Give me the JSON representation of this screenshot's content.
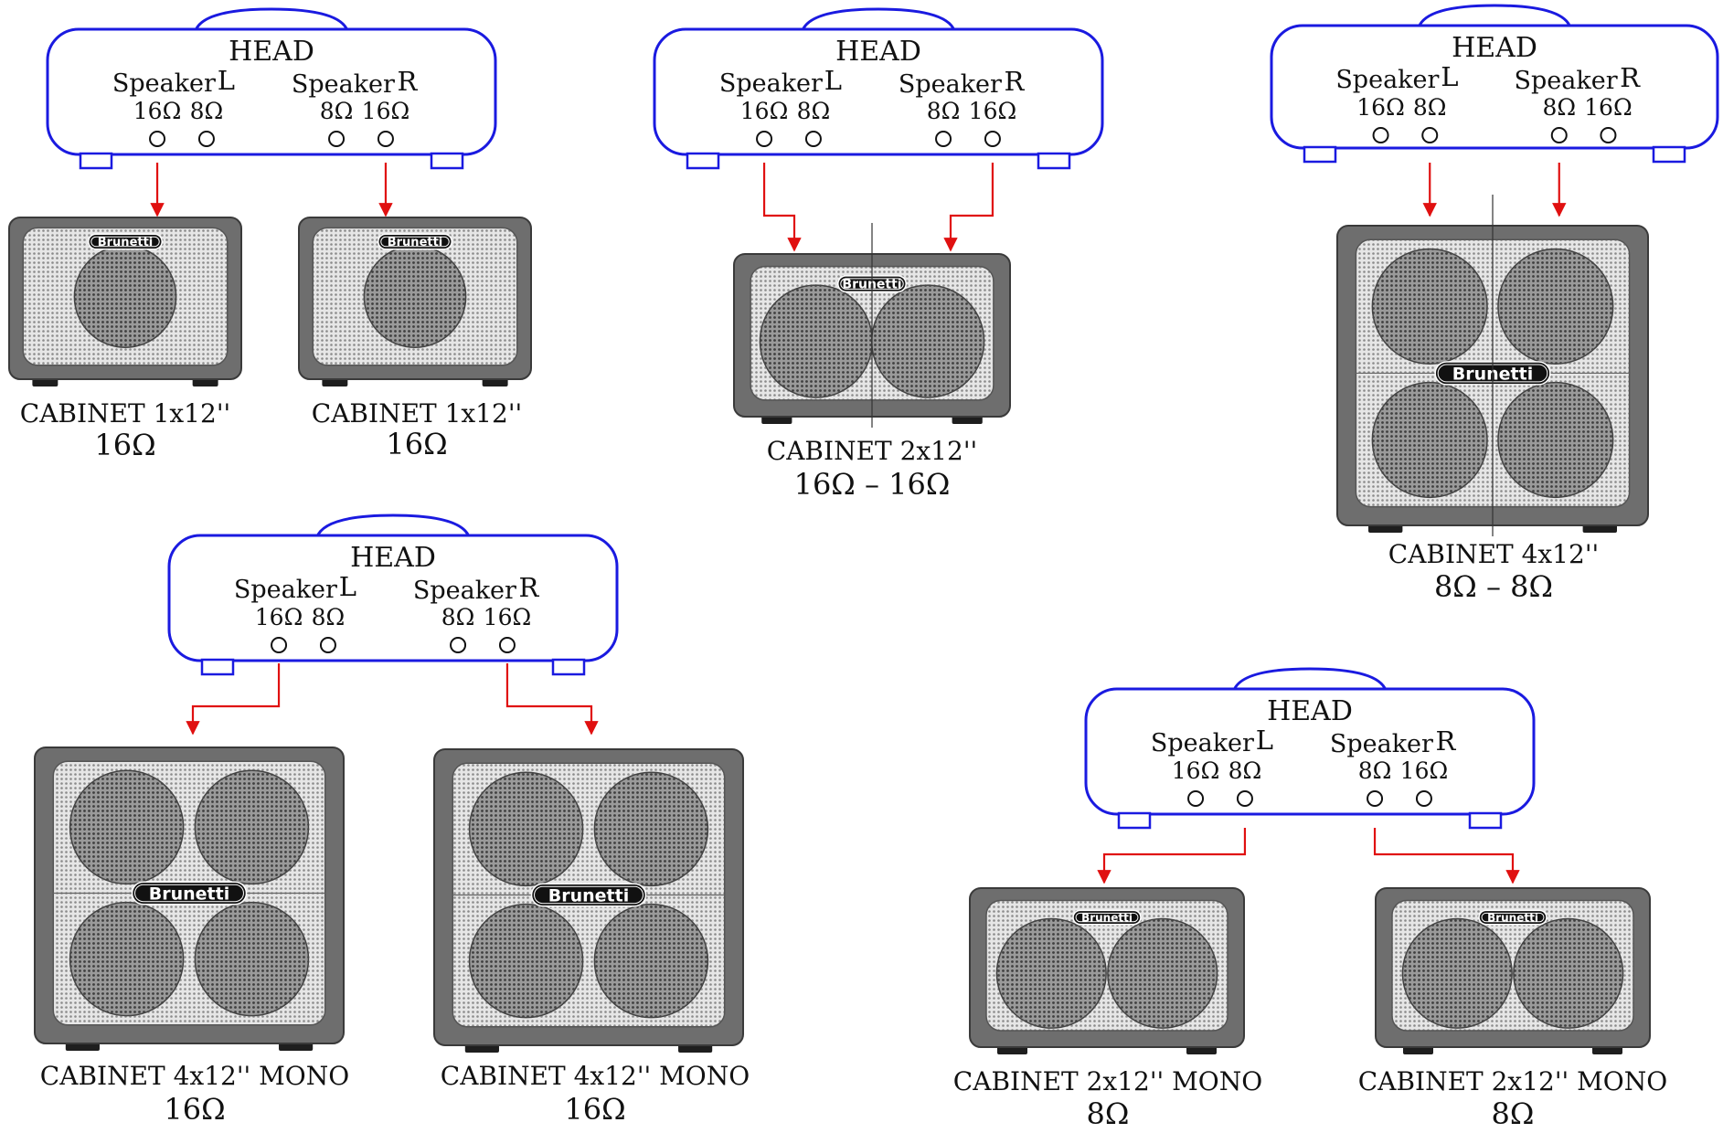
{
  "colors": {
    "head_stroke": "#1a1ae0",
    "cable": "#e01010",
    "cabinet_frame": "#6e6e6e",
    "grille": "#d6d6d6",
    "speaker": "#7a7a7a",
    "logo_bg": "#111111"
  },
  "diagrams": [
    {
      "head": {
        "title": "HEAD",
        "left_label": "Speaker",
        "left_letter": "L",
        "right_label": "Speaker",
        "right_letter": "R",
        "jacks": [
          "16Ω",
          "8Ω",
          "8Ω",
          "16Ω"
        ]
      },
      "cabinets": [
        {
          "label": "CABINET 1x12''",
          "ohm": "16Ω",
          "logo": "Brunetti"
        },
        {
          "label": "CABINET 1x12''",
          "ohm": "16Ω",
          "logo": "Brunetti"
        }
      ]
    },
    {
      "head": {
        "title": "HEAD",
        "left_label": "Speaker",
        "left_letter": "L",
        "right_label": "Speaker",
        "right_letter": "R",
        "jacks": [
          "16Ω",
          "8Ω",
          "8Ω",
          "16Ω"
        ]
      },
      "cabinets": [
        {
          "label": "CABINET 2x12''",
          "ohm": "16Ω  –  16Ω",
          "logo": "Brunetti"
        }
      ]
    },
    {
      "head": {
        "title": "HEAD",
        "left_label": "Speaker",
        "left_letter": "L",
        "right_label": "Speaker",
        "right_letter": "R",
        "jacks": [
          "16Ω",
          "8Ω",
          "8Ω",
          "16Ω"
        ]
      },
      "cabinets": [
        {
          "label": "CABINET 4x12''",
          "ohm": "8Ω  –  8Ω",
          "logo": "Brunetti"
        }
      ]
    },
    {
      "head": {
        "title": "HEAD",
        "left_label": "Speaker",
        "left_letter": "L",
        "right_label": "Speaker",
        "right_letter": "R",
        "jacks": [
          "16Ω",
          "8Ω",
          "8Ω",
          "16Ω"
        ]
      },
      "cabinets": [
        {
          "label": "CABINET 4x12'' MONO",
          "ohm": "16Ω",
          "logo": "Brunetti"
        },
        {
          "label": "CABINET 4x12'' MONO",
          "ohm": "16Ω",
          "logo": "Brunetti"
        }
      ]
    },
    {
      "head": {
        "title": "HEAD",
        "left_label": "Speaker",
        "left_letter": "L",
        "right_label": "Speaker",
        "right_letter": "R",
        "jacks": [
          "16Ω",
          "8Ω",
          "8Ω",
          "16Ω"
        ]
      },
      "cabinets": [
        {
          "label": "CABINET 2x12'' MONO",
          "ohm": "8Ω",
          "logo": "Brunetti"
        },
        {
          "label": "CABINET 2x12'' MONO",
          "ohm": "8Ω",
          "logo": "Brunetti"
        }
      ]
    }
  ]
}
